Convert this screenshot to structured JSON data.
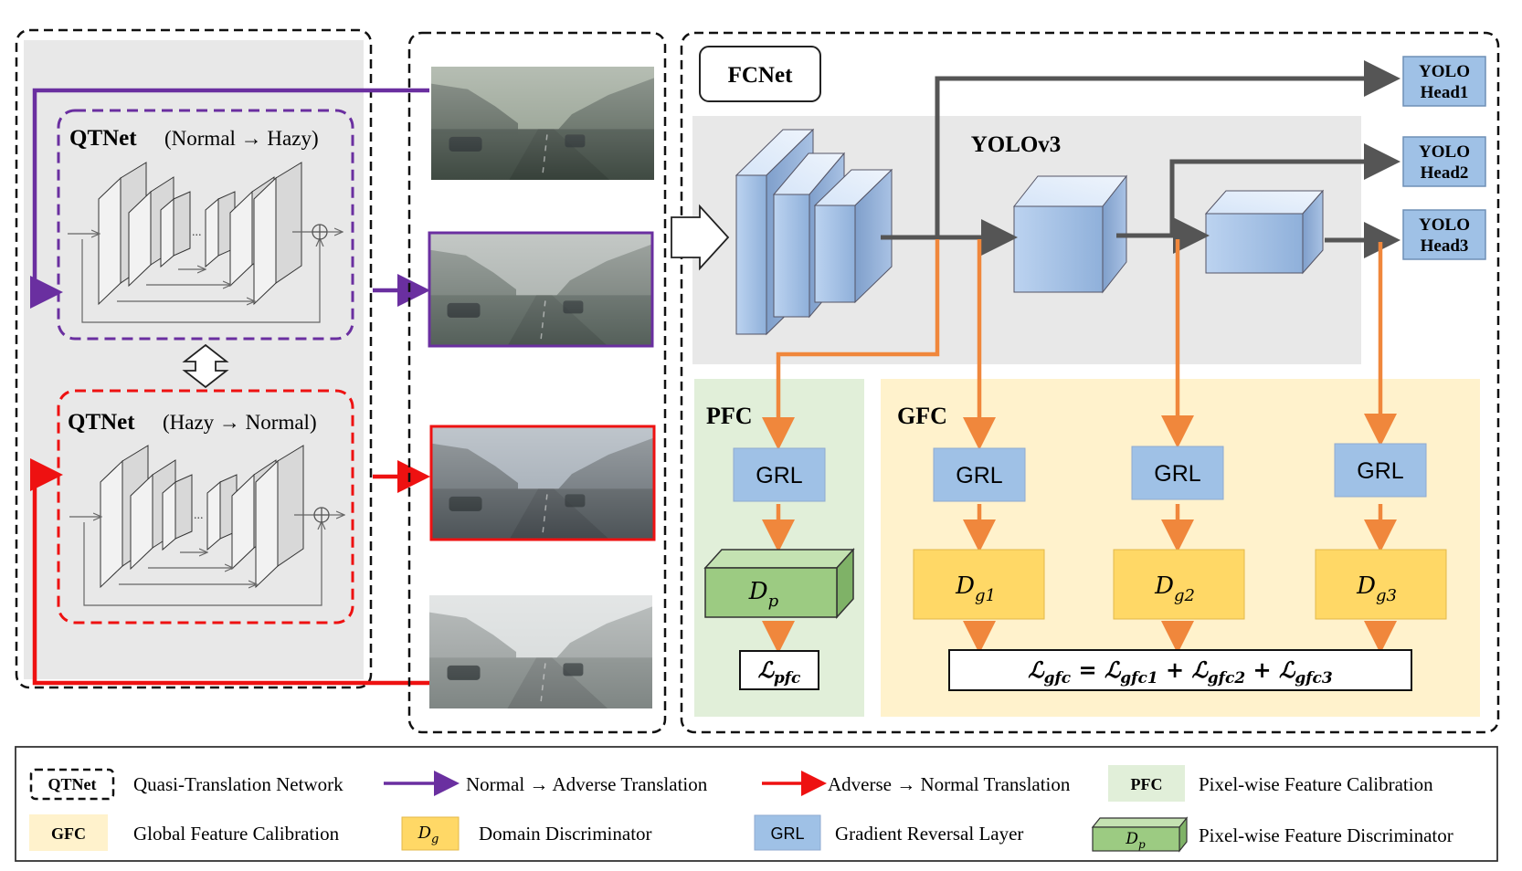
{
  "colors": {
    "purple": "#6A2FA0",
    "red": "#EE1111",
    "orange": "#F0873C",
    "dark_arrow": "#555555",
    "blue_box": "#9FC1E6",
    "yellow_box": "#FFD866",
    "green_box": "#9CCB82",
    "pfc_bg": "#E1EFD9",
    "gfc_bg": "#FFF2CC",
    "gray_bg": "#E8E8E8"
  },
  "qtnet_top": {
    "name": "QTNet",
    "direction": "(Normal → Hazy)"
  },
  "qtnet_bottom": {
    "name": "QTNet",
    "direction": "(Hazy → Normal)"
  },
  "ellipsis": "...",
  "fcnet": {
    "title": "FCNet",
    "backbone": "YOLOv3"
  },
  "heads": [
    {
      "line1": "YOLO",
      "line2": "Head1"
    },
    {
      "line1": "YOLO",
      "line2": "Head2"
    },
    {
      "line1": "YOLO",
      "line2": "Head3"
    }
  ],
  "pfc": {
    "title": "PFC",
    "grl": "GRL",
    "disc": "D",
    "disc_sub": "p",
    "loss": "ℒ",
    "loss_sub": "pfc"
  },
  "gfc": {
    "title": "GFC",
    "grl": "GRL",
    "discs": [
      {
        "main": "D",
        "sub": "g1"
      },
      {
        "main": "D",
        "sub": "g2"
      },
      {
        "main": "D",
        "sub": "g3"
      }
    ],
    "loss": {
      "l": "ℒ",
      "s0": "gfc",
      "eq": " = ",
      "s1": "gfc1",
      "plus": " + ",
      "s2": "gfc2",
      "s3": "gfc3"
    }
  },
  "photos": [
    {
      "name": "normal street",
      "sky": "#8E9A8A",
      "ground": "#3F4A42"
    },
    {
      "name": "hazy translated street",
      "sky": "#A3AAA6",
      "ground": "#55605A"
    },
    {
      "name": "normal translated street",
      "sky": "#9CA6B0",
      "ground": "#4D5458"
    },
    {
      "name": "hazy street",
      "sky": "#D4D8D8",
      "ground": "#7F8684"
    }
  ],
  "legend": {
    "qtnet_key": "QTNet",
    "qtnet_desc": "Quasi-Translation Network",
    "purple_desc": "Normal → Adverse Translation",
    "red_desc": "Adverse → Normal Translation",
    "pfc_key": "PFC",
    "pfc_desc": "Pixel-wise Feature Calibration",
    "gfc_key": "GFC",
    "gfc_desc": "Global Feature Calibration",
    "dg_key": "D",
    "dg_sub": "g",
    "dg_desc": "Domain Discriminator",
    "grl_key": "GRL",
    "grl_desc": "Gradient Reversal Layer",
    "dp_key": "D",
    "dp_sub": "p",
    "dp_desc": "Pixel-wise Feature Discriminator"
  }
}
